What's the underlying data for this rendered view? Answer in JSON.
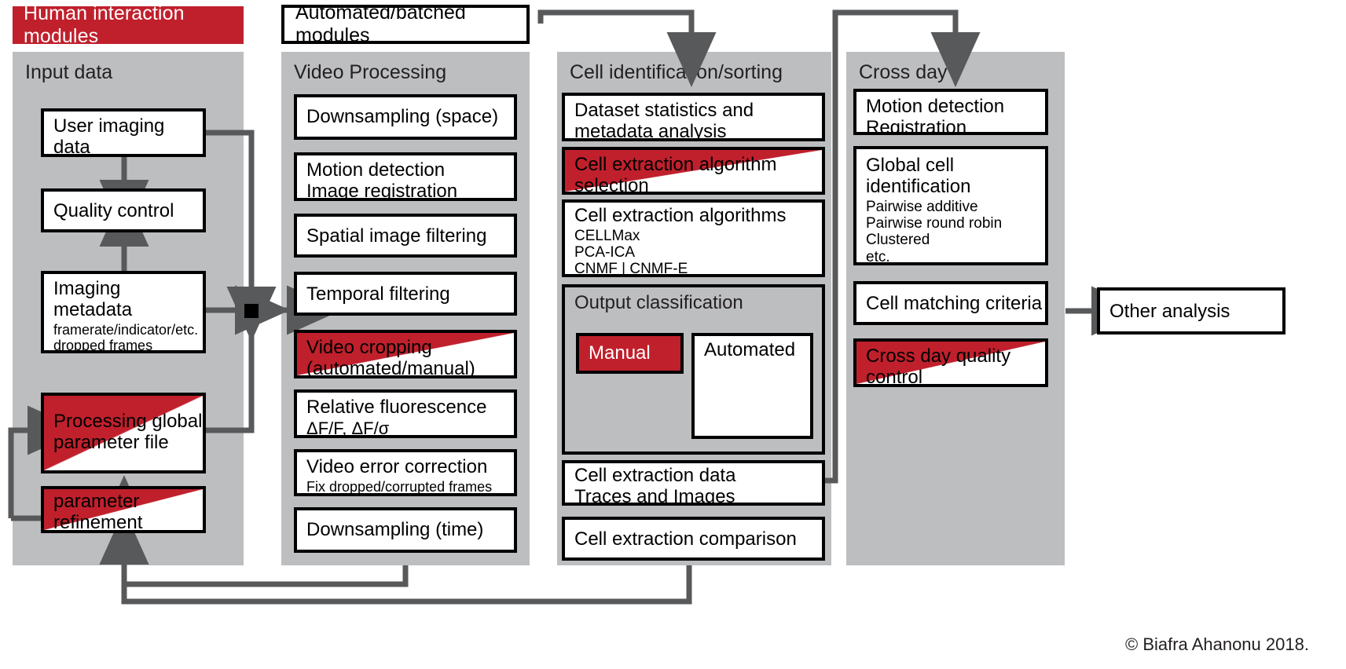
{
  "legend": {
    "human": "Human interaction modules",
    "automated": "Automated/batched modules",
    "human_color": "#c0202c",
    "panel_color": "#bcbec0",
    "connector_color": "#58595b"
  },
  "credit": "© Biafra Ahanonu 2018.",
  "columns": [
    {
      "title": "Input data",
      "nodes": [
        {
          "title": "User imaging data\n(xyt or xyzt)",
          "sub": "",
          "style": "plain"
        },
        {
          "title": "Quality control",
          "sub": "",
          "style": "plain"
        },
        {
          "title": "Imaging metadata",
          "sub": "framerate/indicator/etc.\ndropped frames",
          "style": "plain"
        },
        {
          "title": "Processing global\nparameter file",
          "sub": "",
          "style": "split"
        },
        {
          "title": "parameter\nrefinement",
          "sub": "",
          "style": "split"
        }
      ]
    },
    {
      "title": "Video Processing",
      "nodes": [
        {
          "title": "Downsampling  (space)",
          "sub": "",
          "style": "plain"
        },
        {
          "title": "Motion detection\nImage registration",
          "sub": "",
          "style": "plain"
        },
        {
          "title": "Spatial image  filtering",
          "sub": "",
          "style": "plain"
        },
        {
          "title": "Temporal filtering",
          "sub": "",
          "style": "plain"
        },
        {
          "title": "Video cropping\n(automated/manual)",
          "sub": "",
          "style": "split"
        },
        {
          "title": "Relative fluorescence",
          "sub": "ΔF/F, ΔF/σ",
          "style": "plain"
        },
        {
          "title": "Video error correction",
          "sub": "Fix dropped/corrupted frames",
          "style": "plain"
        },
        {
          "title": "Downsampling  (time)",
          "sub": "",
          "style": "plain"
        }
      ]
    },
    {
      "title": "Cell identification/sorting",
      "nodes": [
        {
          "title": "Dataset statistics and\nmetadata analysis",
          "sub": "",
          "style": "plain"
        },
        {
          "title": "Cell extraction algorithm\nselection",
          "sub": "",
          "style": "split"
        },
        {
          "title": "Cell extraction algorithms",
          "sub": "CELLMax\nPCA-ICA\nCNMF | CNMF-E\nEXTRACT | ROI",
          "style": "plain"
        },
        {
          "title": "Cell extraction data\nTraces and Images",
          "sub": "",
          "style": "plain"
        },
        {
          "title": "Cell extraction comparison",
          "sub": "",
          "style": "plain"
        }
      ],
      "subgroup": {
        "title": "Output classification",
        "nodes": [
          {
            "title": "Manual",
            "sub": "",
            "style": "solidred"
          },
          {
            "title": "Automated",
            "sub": "",
            "style": "plain"
          }
        ]
      }
    },
    {
      "title": "Cross day",
      "nodes": [
        {
          "title": "Motion detection\nRegistration",
          "sub": "",
          "style": "plain"
        },
        {
          "title": "Global cell\nidentification",
          "sub": "Pairwise additive\nPairwise round robin\nClustered\netc.",
          "style": "plain"
        },
        {
          "title": "Cell matching criteria",
          "sub": "",
          "style": "plain"
        },
        {
          "title": "Cross day quality\ncontrol",
          "sub": "",
          "style": "split"
        }
      ]
    }
  ],
  "terminal": {
    "title": "Other analysis",
    "sub": "",
    "style": "plain"
  }
}
